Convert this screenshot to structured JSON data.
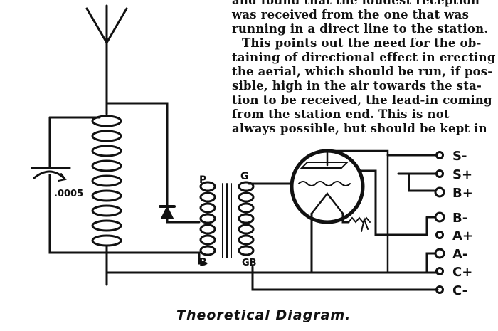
{
  "article": {
    "lines": [
      "and found that the loudest reception",
      "was received from the one that was",
      "running in a direct line to the station.",
      "This points out the need for the ob-",
      "taining of directional effect in erecting",
      "the aerial, which should be run, if pos-",
      "sible, high in the air towards the sta-",
      "tion to be received, the lead-in coming",
      "from the station end. This is not",
      "always possible, but should be kept in"
    ]
  },
  "diagram": {
    "capacitor_label": ".0005",
    "transformer_labels": {
      "primary_top": "P",
      "primary_bottom": "B",
      "secondary_top": "G",
      "secondary_bottom": "GB"
    },
    "terminals": [
      "S-",
      "S+",
      "B+",
      "B-",
      "A+",
      "A-",
      "C+",
      "C-"
    ],
    "caption": "Theoretical Diagram."
  }
}
